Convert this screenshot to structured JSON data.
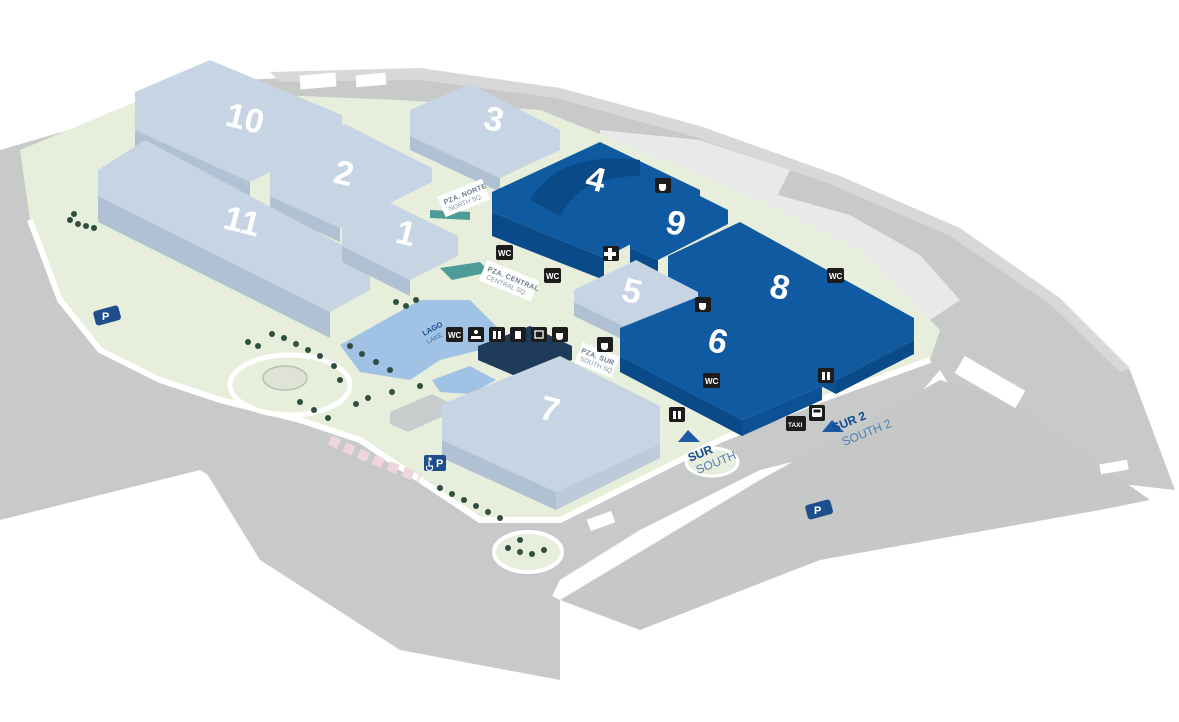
{
  "halls": [
    {
      "id": "10",
      "label": "10",
      "highlight": false
    },
    {
      "id": "2",
      "label": "2",
      "highlight": false
    },
    {
      "id": "3",
      "label": "3",
      "highlight": false
    },
    {
      "id": "11",
      "label": "11",
      "highlight": false
    },
    {
      "id": "1",
      "label": "1",
      "highlight": false
    },
    {
      "id": "4",
      "label": "4",
      "highlight": true
    },
    {
      "id": "9",
      "label": "9",
      "highlight": true
    },
    {
      "id": "8",
      "label": "8",
      "highlight": true
    },
    {
      "id": "5",
      "label": "5",
      "highlight": false
    },
    {
      "id": "6",
      "label": "6",
      "highlight": true
    },
    {
      "id": "7",
      "label": "7",
      "highlight": false
    }
  ],
  "plazas": {
    "norte": {
      "main": "PZA. NORTE",
      "sub": "NORTH SQ."
    },
    "central": {
      "main": "PZA. CENTRAL",
      "sub": "CENTRAL SQ."
    },
    "sur": {
      "main": "PZA. SUR",
      "sub": "SOUTH SQ."
    }
  },
  "lake": {
    "main": "LAGO",
    "sub": "LAKE"
  },
  "entrances": {
    "sur": {
      "main": "SUR",
      "sub": "SOUTH"
    },
    "sur2": {
      "main": "SUR 2",
      "sub": "SOUTH 2"
    }
  },
  "icons": {
    "wc": "WC",
    "taxi": "TAXI",
    "parking": "P"
  },
  "colors": {
    "highlight": "#0f5aa0",
    "hall": "#c7d4e4",
    "ground": "#e8eedc",
    "road": "#c8c9c9",
    "lake": "#9fc2e5"
  }
}
